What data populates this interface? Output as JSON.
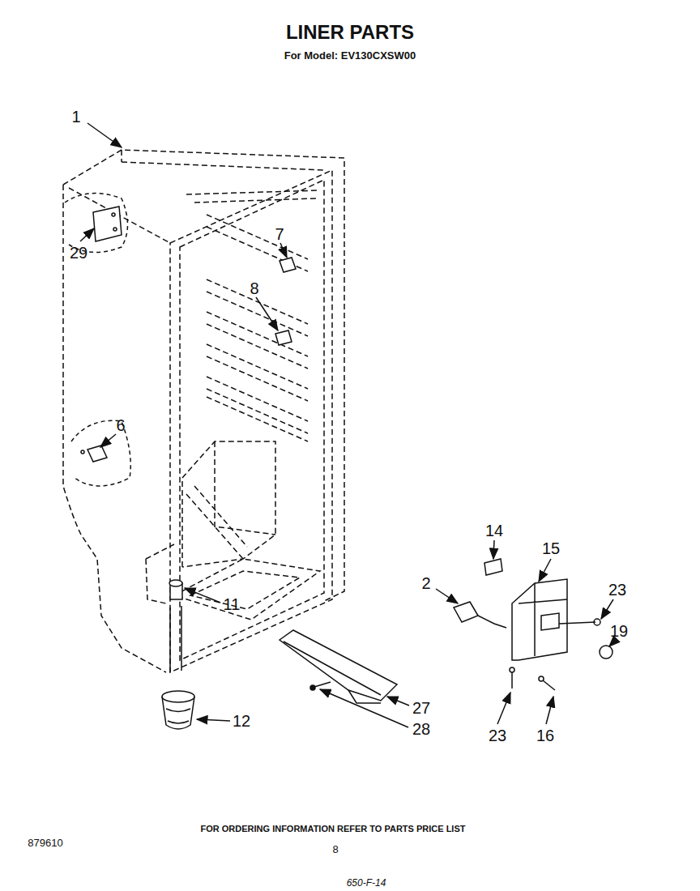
{
  "diagram": {
    "title": "LINER PARTS",
    "caption": "FOR ORDERING INFORMATION REFER TO PARTS PRICE LIST",
    "labels": [
      "For Model: EV130CXSW00",
      "1",
      "29",
      "7",
      "8",
      "6",
      "14",
      "15",
      "2",
      "23",
      "19",
      "11",
      "12",
      "27",
      "28",
      "23",
      "16",
      "879610",
      "8",
      "650-F-14"
    ]
  }
}
